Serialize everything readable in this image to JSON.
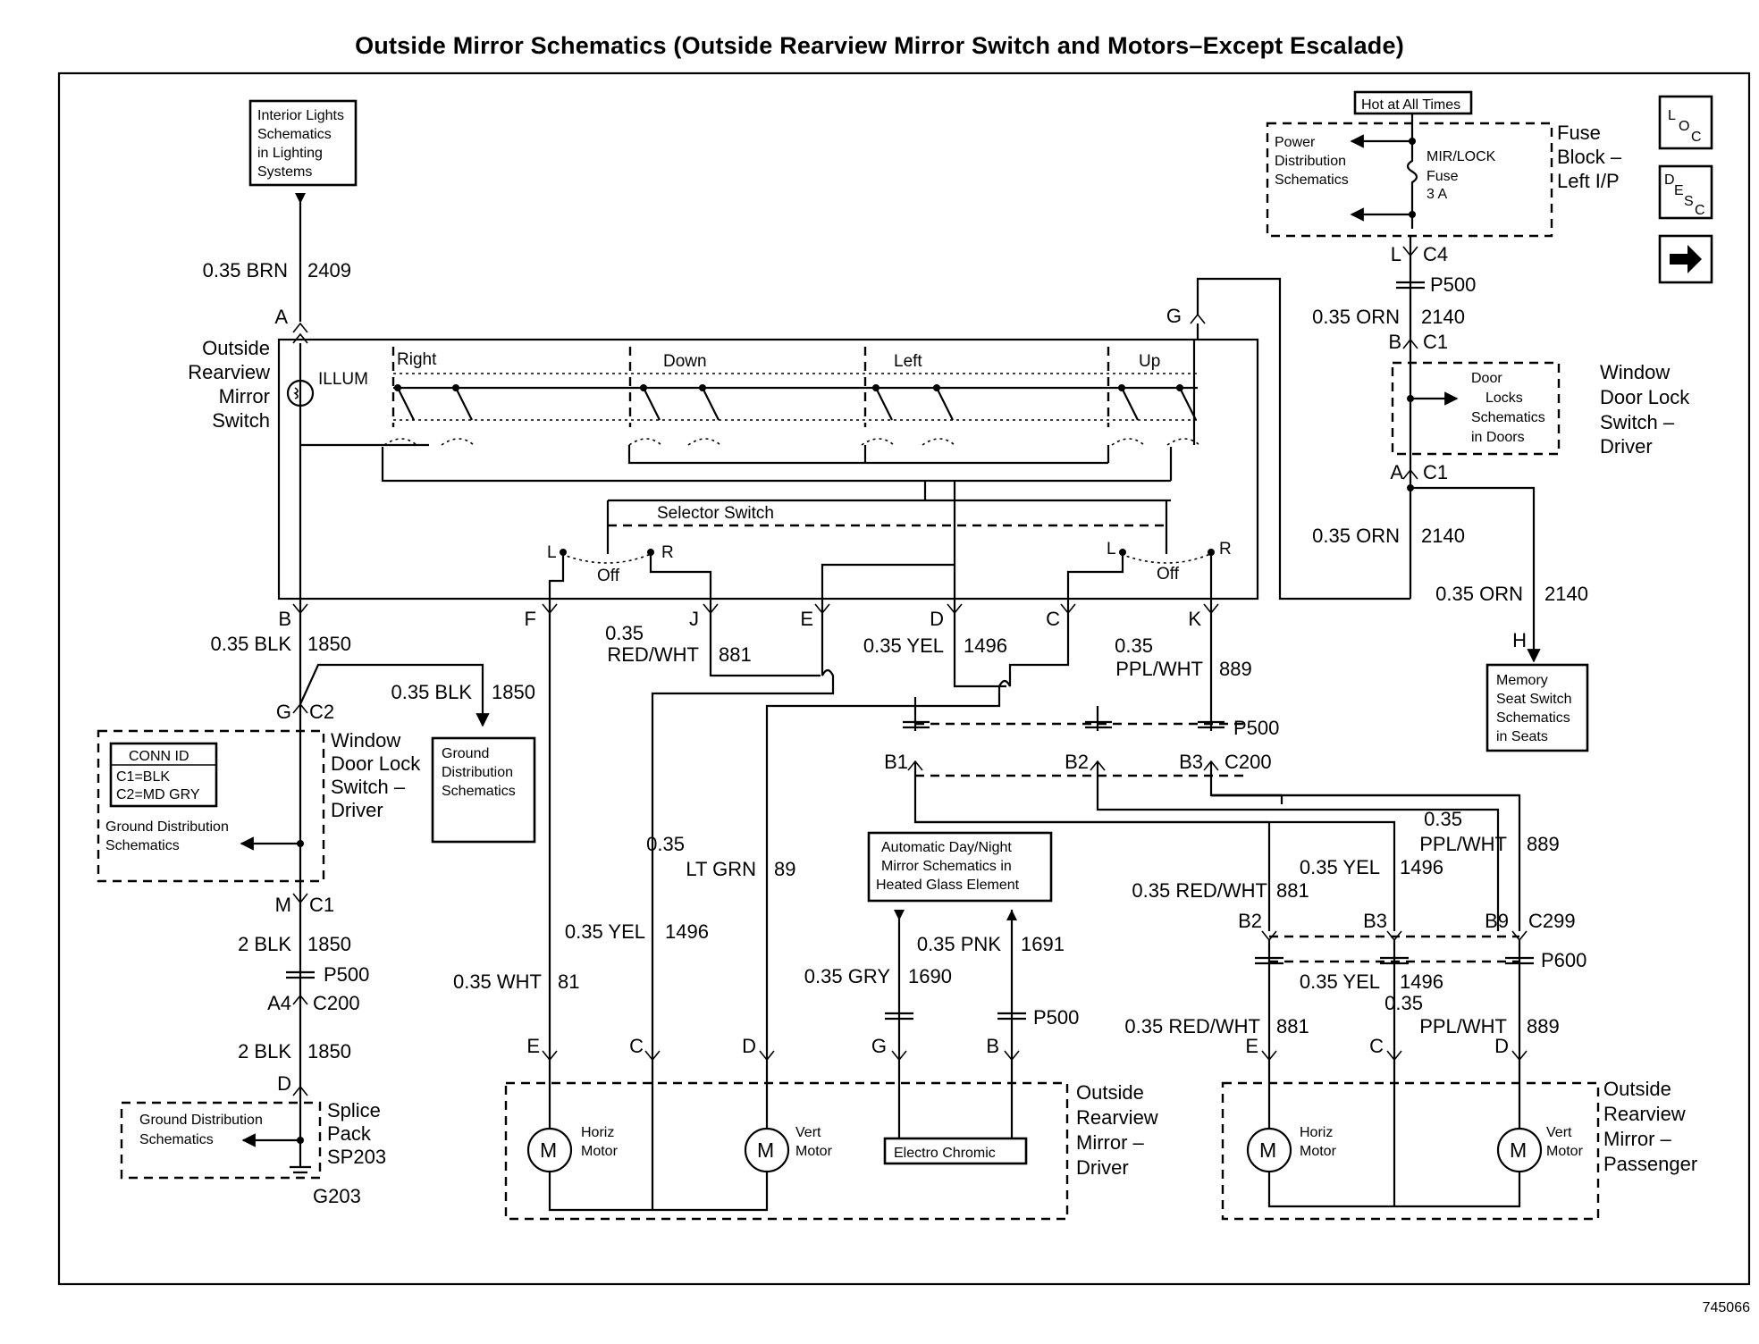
{
  "title": "Outside Mirror Schematics (Outside Rearview Mirror Switch and Motors–Except Escalade)",
  "figure_number": "745066",
  "nav_icons": {
    "loc": "LOC",
    "desc": "DESC",
    "next": "arrow-right-icon"
  },
  "ref_boxes": {
    "interior_lights": [
      "Interior Lights",
      "Schematics",
      "in Lighting",
      "Systems"
    ],
    "hot_at_all_times": "Hot at All Times",
    "power_distribution": [
      "Power",
      "Distribution",
      "Schematics"
    ],
    "door_locks": [
      "Door",
      "Locks",
      "Schematics",
      "in Doors"
    ],
    "ground_distribution_mid": [
      "Ground",
      "Distribution",
      "Schematics"
    ],
    "conn_id": {
      "title": "CONN ID",
      "line1": "C1=BLK",
      "line2": "C2=MD GRY"
    },
    "ground_distribution_window": [
      "Ground Distribution",
      "Schematics"
    ],
    "ground_distribution_splice": [
      "Ground Distribution",
      "Schematics"
    ],
    "auto_day_night": [
      "Automatic Day/Night",
      "Mirror Schematics in",
      "Heated Glass Element"
    ],
    "memory_seat": [
      "Memory",
      "Seat Switch",
      "Schematics",
      "in Seats"
    ],
    "electro_chromic": "Electro Chromic"
  },
  "components": {
    "switch": [
      "Outside",
      "Rearview",
      "Mirror",
      "Switch"
    ],
    "fuse_block": [
      "Fuse",
      "Block –",
      "Left I/P"
    ],
    "fuse": [
      "MIR/LOCK",
      "Fuse",
      "3 A"
    ],
    "window_switch_top": [
      "Window",
      "Door Lock",
      "Switch –",
      "Driver"
    ],
    "window_switch_left": [
      "Window",
      "Door Lock",
      "Switch –",
      "Driver"
    ],
    "splice_pack": [
      "Splice",
      "Pack",
      "SP203"
    ],
    "ground": "G203",
    "mirror_driver": [
      "Outside",
      "Rearview",
      "Mirror –",
      "Driver"
    ],
    "mirror_passenger": [
      "Outside",
      "Rearview",
      "Mirror –",
      "Passenger"
    ],
    "illum": "ILLUM",
    "selector_switch": "Selector Switch",
    "switch_positions": {
      "right": "Right",
      "down": "Down",
      "left": "Left",
      "up": "Up"
    },
    "selector_pos": {
      "l": "L",
      "r": "R",
      "off": "Off"
    },
    "motor_symbol": "M",
    "horiz_motor": [
      "Horiz",
      "Motor"
    ],
    "vert_motor": [
      "Vert",
      "Motor"
    ]
  },
  "connectors": {
    "A": "A",
    "B": "B",
    "C": "C",
    "D": "D",
    "E": "E",
    "F": "F",
    "G": "G",
    "H": "H",
    "J": "J",
    "K": "K",
    "L": "L",
    "M": "M",
    "A4": "A4",
    "B1": "B1",
    "B2": "B2",
    "B3": "B3",
    "B9": "B9",
    "C1": "C1",
    "C2": "C2",
    "C4": "C4",
    "C200": "C200",
    "C299": "C299",
    "P500": "P500",
    "P600": "P600"
  },
  "wires": {
    "brn_2409": {
      "gauge_color": "0.35 BRN",
      "circuit": "2409"
    },
    "blk_1850_b": {
      "gauge_color": "0.35 BLK",
      "circuit": "1850"
    },
    "blk_1850_g": {
      "gauge_color": "0.35 BLK",
      "circuit": "1850"
    },
    "blk2_1850_m": {
      "gauge_color": "2 BLK",
      "circuit": "1850"
    },
    "blk2_1850_d": {
      "gauge_color": "2 BLK",
      "circuit": "1850"
    },
    "orn_2140_c4": {
      "gauge_color": "0.35 ORN",
      "circuit": "2140"
    },
    "orn_2140_a": {
      "gauge_color": "0.35 ORN",
      "circuit": "2140"
    },
    "orn_2140_h": {
      "gauge_color": "0.35 ORN",
      "circuit": "2140"
    },
    "redwht_881_j": {
      "gauge": "0.35",
      "color": "RED/WHT",
      "circuit": "881"
    },
    "yel_1496_d": {
      "gauge_color": "0.35 YEL",
      "circuit": "1496"
    },
    "pplwht_889_k": {
      "gauge": "0.35",
      "color": "PPL/WHT",
      "circuit": "889"
    },
    "ltgrn_89": {
      "gauge": "0.35",
      "color": "LT GRN",
      "circuit": "89"
    },
    "yel_1496_drv": {
      "gauge_color": "0.35 YEL",
      "circuit": "1496"
    },
    "wht_81": {
      "gauge_color": "0.35 WHT",
      "circuit": "81"
    },
    "pnk_1691": {
      "gauge_color": "0.35 PNK",
      "circuit": "1691"
    },
    "gry_1690": {
      "gauge_color": "0.35 GRY",
      "circuit": "1690"
    },
    "pplwht_889_pass_top": {
      "gauge": "0.35",
      "color": "PPL/WHT",
      "circuit": "889"
    },
    "yel_1496_pass_top": {
      "gauge_color": "0.35 YEL",
      "circuit": "1496"
    },
    "redwht_881_pass_top": {
      "gauge_color": "0.35 RED/WHT",
      "circuit": "881"
    },
    "yel_1496_pass_bot": {
      "gauge_color": "0.35 YEL",
      "circuit": "1496"
    },
    "pplwht_889_pass_bot": {
      "gauge": "0.35",
      "color": "PPL/WHT",
      "circuit": "889"
    },
    "redwht_881_pass_bot": {
      "gauge_color": "0.35 RED/WHT",
      "circuit": "881"
    }
  }
}
